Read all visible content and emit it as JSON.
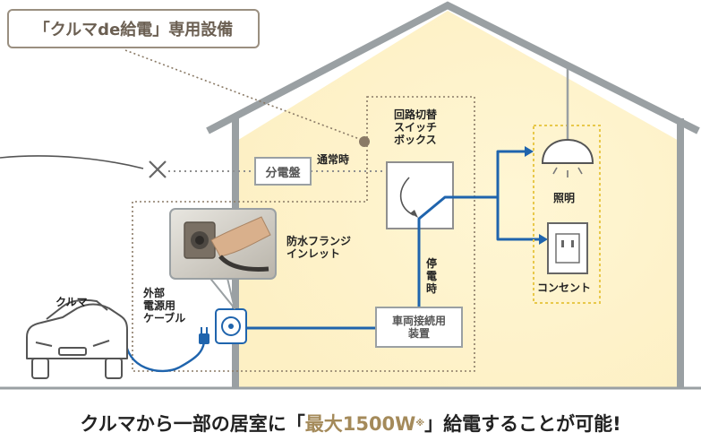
{
  "tag_label": "「クルマde給電」専用設備",
  "labels": {
    "switch_box": "回路切替\nスイッチ\nボックス",
    "normal": "通常時",
    "outage": "停\n電\n時",
    "distribution_board": "分電盤",
    "inlet": "防水フランジ\nインレット",
    "cable": "外部\n電源用\nケーブル",
    "car": "クルマ",
    "connection_device": "車両接続用\n装置",
    "lighting": "照明",
    "outlet": "コンセント"
  },
  "caption": {
    "before": "クルマから一部の居室に「",
    "highlight": "最大1500W",
    "mark": "※",
    "after": "」給電することが可能!"
  },
  "colors": {
    "wire_blue": "#1f64ad",
    "house_line": "#9aa0a3",
    "accent_gold": "#a48a5a",
    "dotted_brown": "#8a7a66",
    "yellow_dash": "#e8c84a"
  }
}
